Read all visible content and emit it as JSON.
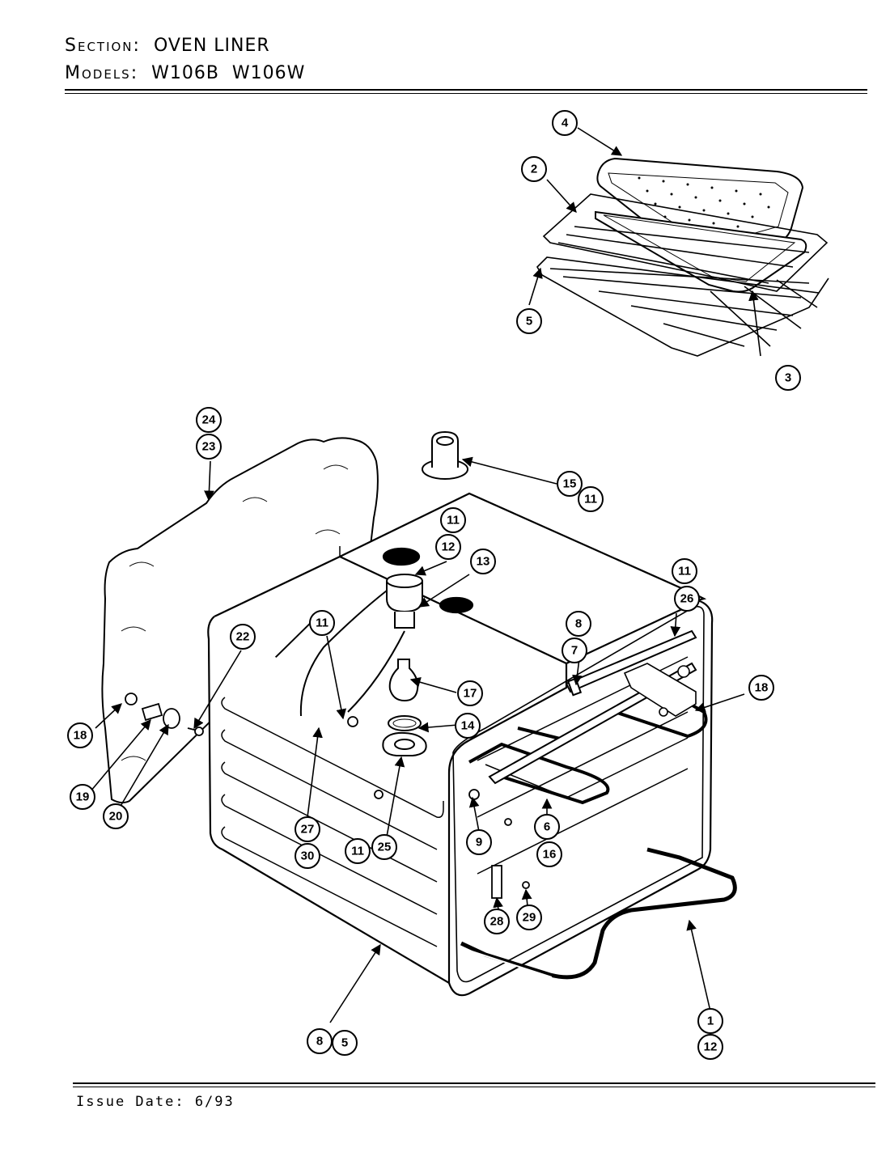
{
  "header": {
    "section_label": "Section:",
    "section_value": "OVEN LINER",
    "models_label": "Models:",
    "models_value": "W106B  W106W"
  },
  "footer": {
    "issue_date": "Issue Date: 6/93"
  },
  "callouts": [
    {
      "id": "c4",
      "label": "4"
    },
    {
      "id": "c2",
      "label": "2"
    },
    {
      "id": "c5a",
      "label": "5"
    },
    {
      "id": "c3",
      "label": "3"
    },
    {
      "id": "c24",
      "label": "24"
    },
    {
      "id": "c23",
      "label": "23"
    },
    {
      "id": "c15",
      "label": "15"
    },
    {
      "id": "c11a",
      "label": "11"
    },
    {
      "id": "c11b",
      "label": "11"
    },
    {
      "id": "c12a",
      "label": "12"
    },
    {
      "id": "c13",
      "label": "13"
    },
    {
      "id": "c22",
      "label": "22"
    },
    {
      "id": "c11c",
      "label": "11"
    },
    {
      "id": "c11d",
      "label": "11"
    },
    {
      "id": "c26",
      "label": "26"
    },
    {
      "id": "c8a",
      "label": "8"
    },
    {
      "id": "c7",
      "label": "7"
    },
    {
      "id": "c17",
      "label": "17"
    },
    {
      "id": "c18a",
      "label": "18"
    },
    {
      "id": "c14",
      "label": "14"
    },
    {
      "id": "c18b",
      "label": "18"
    },
    {
      "id": "c19",
      "label": "19"
    },
    {
      "id": "c20",
      "label": "20"
    },
    {
      "id": "c27",
      "label": "27"
    },
    {
      "id": "c30",
      "label": "30"
    },
    {
      "id": "c11e",
      "label": "11"
    },
    {
      "id": "c25",
      "label": "25"
    },
    {
      "id": "c9",
      "label": "9"
    },
    {
      "id": "c6",
      "label": "6"
    },
    {
      "id": "c16",
      "label": "16"
    },
    {
      "id": "c28",
      "label": "28"
    },
    {
      "id": "c29",
      "label": "29"
    },
    {
      "id": "c8b",
      "label": "8"
    },
    {
      "id": "c5b",
      "label": "5"
    },
    {
      "id": "c1",
      "label": "1"
    },
    {
      "id": "c12b",
      "label": "12"
    }
  ]
}
